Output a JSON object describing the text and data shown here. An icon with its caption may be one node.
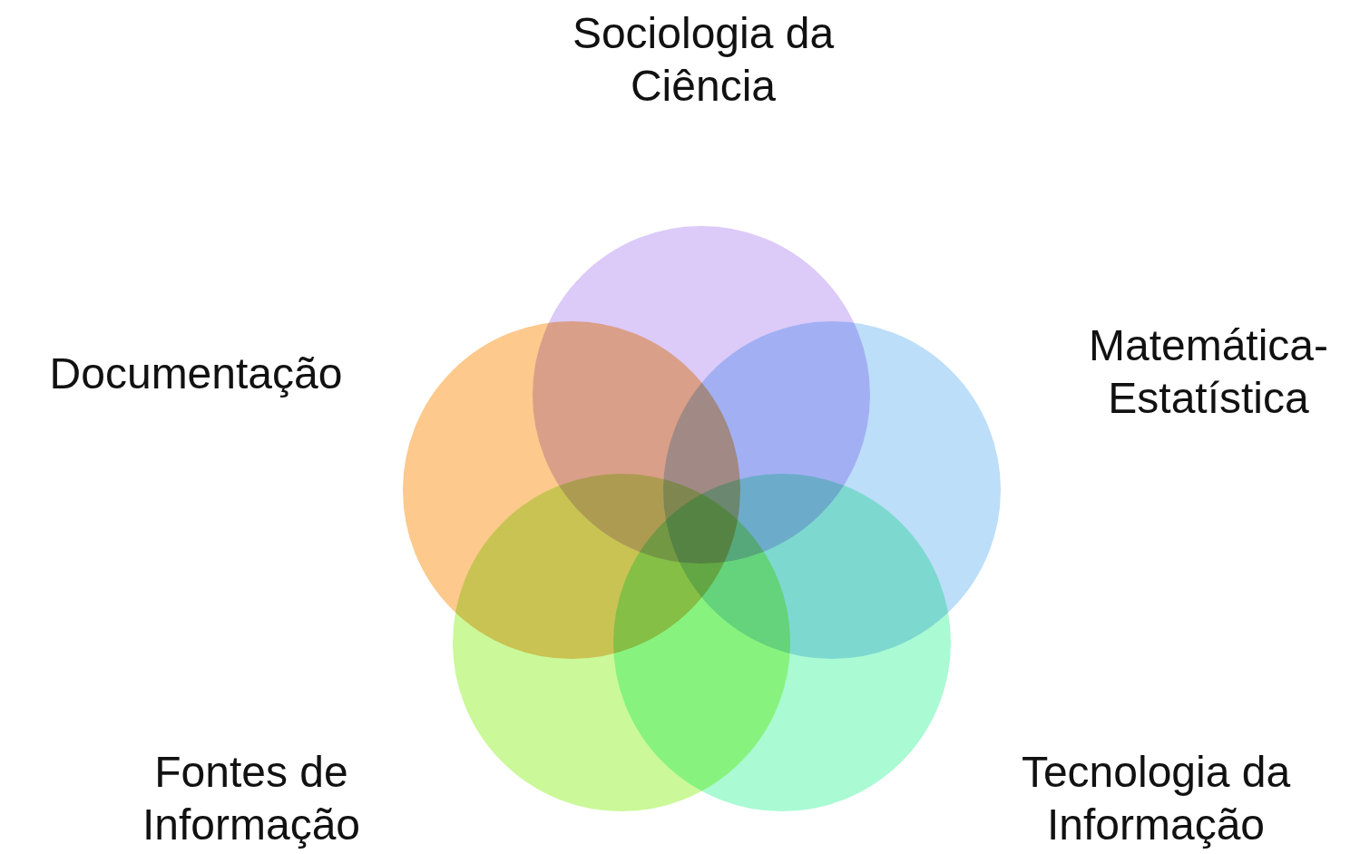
{
  "diagram": {
    "nodes": [
      {
        "text": [
          "Sociologia da Ciência"
        ]
      },
      {
        "text": [
          "Documentação"
        ]
      },
      {
        "text": [
          "Matemática- Estatística"
        ]
      },
      {
        "text": [
          "Fontes de Informação"
        ]
      },
      {
        "text": [
          "Tecnologia da Informação"
        ]
      }
    ]
  }
}
